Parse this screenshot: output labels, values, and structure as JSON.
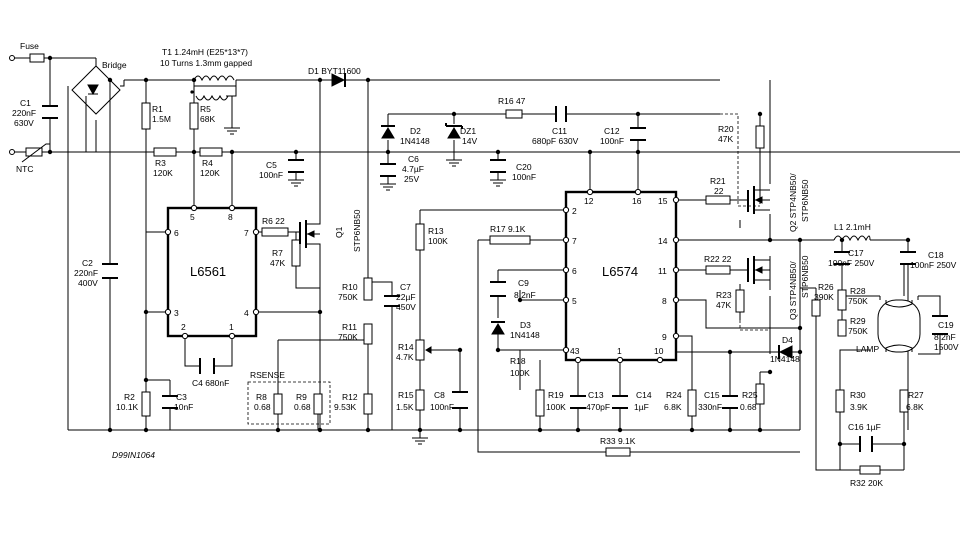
{
  "labels": {
    "fuse": "Fuse",
    "bridge": "Bridge",
    "t1_line1": "T1 1.24mH (E25*13*7)",
    "t1_line2": "10 Turns 1.3mm gapped",
    "d1": "D1 BYT11600",
    "c1": [
      "C1",
      "220nF",
      "630V"
    ],
    "ntc": "NTC",
    "r1": [
      "R1",
      "1.5M"
    ],
    "r5": [
      "R5",
      "68K"
    ],
    "r3": [
      "R3",
      "120K"
    ],
    "r4": [
      "R4",
      "120K"
    ],
    "c5": [
      "C5",
      "100nF"
    ],
    "c2": [
      "C2",
      "220nF",
      "400V"
    ],
    "ic1": "L6561",
    "r6": "R6 22",
    "r7": [
      "R7",
      "47K"
    ],
    "q1": [
      "Q1",
      "STP6NB50"
    ],
    "c4": "C4 680nF",
    "r2": [
      "R2",
      "10.1K"
    ],
    "c3": [
      "C3",
      "10nF"
    ],
    "rsense": "RSENSE",
    "r8": [
      "R8",
      "0.68"
    ],
    "r9": [
      "R9",
      "0.68"
    ],
    "r12": [
      "R12",
      "9.53K"
    ],
    "r10": [
      "R10",
      "750K"
    ],
    "r11": [
      "R11",
      "750K"
    ],
    "c7": [
      "C7",
      "22µF",
      "450V"
    ],
    "code": "D99IN1064",
    "r16": "R16 47",
    "d2": [
      "D2",
      "1N4148"
    ],
    "dz1": [
      "DZ1",
      "14V"
    ],
    "c6": [
      "C6",
      "4.7µF",
      "25V"
    ],
    "c20": [
      "C20",
      "100nF"
    ],
    "c11": [
      "C11",
      "680pF 630V"
    ],
    "c12": [
      "C12",
      "100nF"
    ],
    "r20": [
      "R20",
      "47K"
    ],
    "r21": [
      "R21",
      "22"
    ],
    "q2": "Q2 STP4NB50/",
    "stp6": "STP6NB50",
    "q3": "Q3 STP4NB50/",
    "r22": "R22 22",
    "r23": [
      "R23",
      "47K"
    ],
    "r13": [
      "R13",
      "100K"
    ],
    "r17": "R17 9.1K",
    "ic2": "L6574",
    "c9": [
      "C9",
      "8.2nF"
    ],
    "d3": [
      "D3",
      "1N4148"
    ],
    "r18": [
      "R18",
      "100K"
    ],
    "r14": [
      "R14",
      "4.7K"
    ],
    "r15": [
      "R15",
      "1.5K"
    ],
    "c8": [
      "C8",
      "100nF"
    ],
    "r19": [
      "R19",
      "100K"
    ],
    "c13": [
      "C13",
      "470pF"
    ],
    "c14": [
      "C14",
      "1µF"
    ],
    "r24": [
      "R24",
      "6.8K"
    ],
    "c15": [
      "C15",
      "330nF"
    ],
    "r25": [
      "R25",
      "0.68"
    ],
    "r33": "R33 9.1K",
    "d4": [
      "D4",
      "1N4148"
    ],
    "l1": "L1 2.1mH",
    "c17": [
      "C17",
      "100nF 250V"
    ],
    "c18": [
      "C18",
      "100nF 250V"
    ],
    "r26": [
      "R26",
      "390K"
    ],
    "r28": [
      "R28",
      "750K"
    ],
    "r29": [
      "R29",
      "750K"
    ],
    "lamp": "LAMP",
    "c19": [
      "C19",
      "8.2nF",
      "1500V"
    ],
    "r30": [
      "R30",
      "3.9K"
    ],
    "r27": [
      "R27",
      "6.8K"
    ],
    "c16": "C16 1µF",
    "r32": "R32 20K"
  },
  "pins": {
    "ic1": {
      "p1": "1",
      "p2": "2",
      "p3": "3",
      "p4": "4",
      "p5": "5",
      "p6": "6",
      "p7": "7",
      "p8": "8"
    },
    "ic2": {
      "p1": "1",
      "p2": "2",
      "p3": "4",
      "p4": "5",
      "p5": "6",
      "p6": "7",
      "p7": "8",
      "p8": "9",
      "p9": "10",
      "p10": "11",
      "p11": "12",
      "p12": "14",
      "p13": "15",
      "p14": "16",
      "p15": "43"
    }
  }
}
